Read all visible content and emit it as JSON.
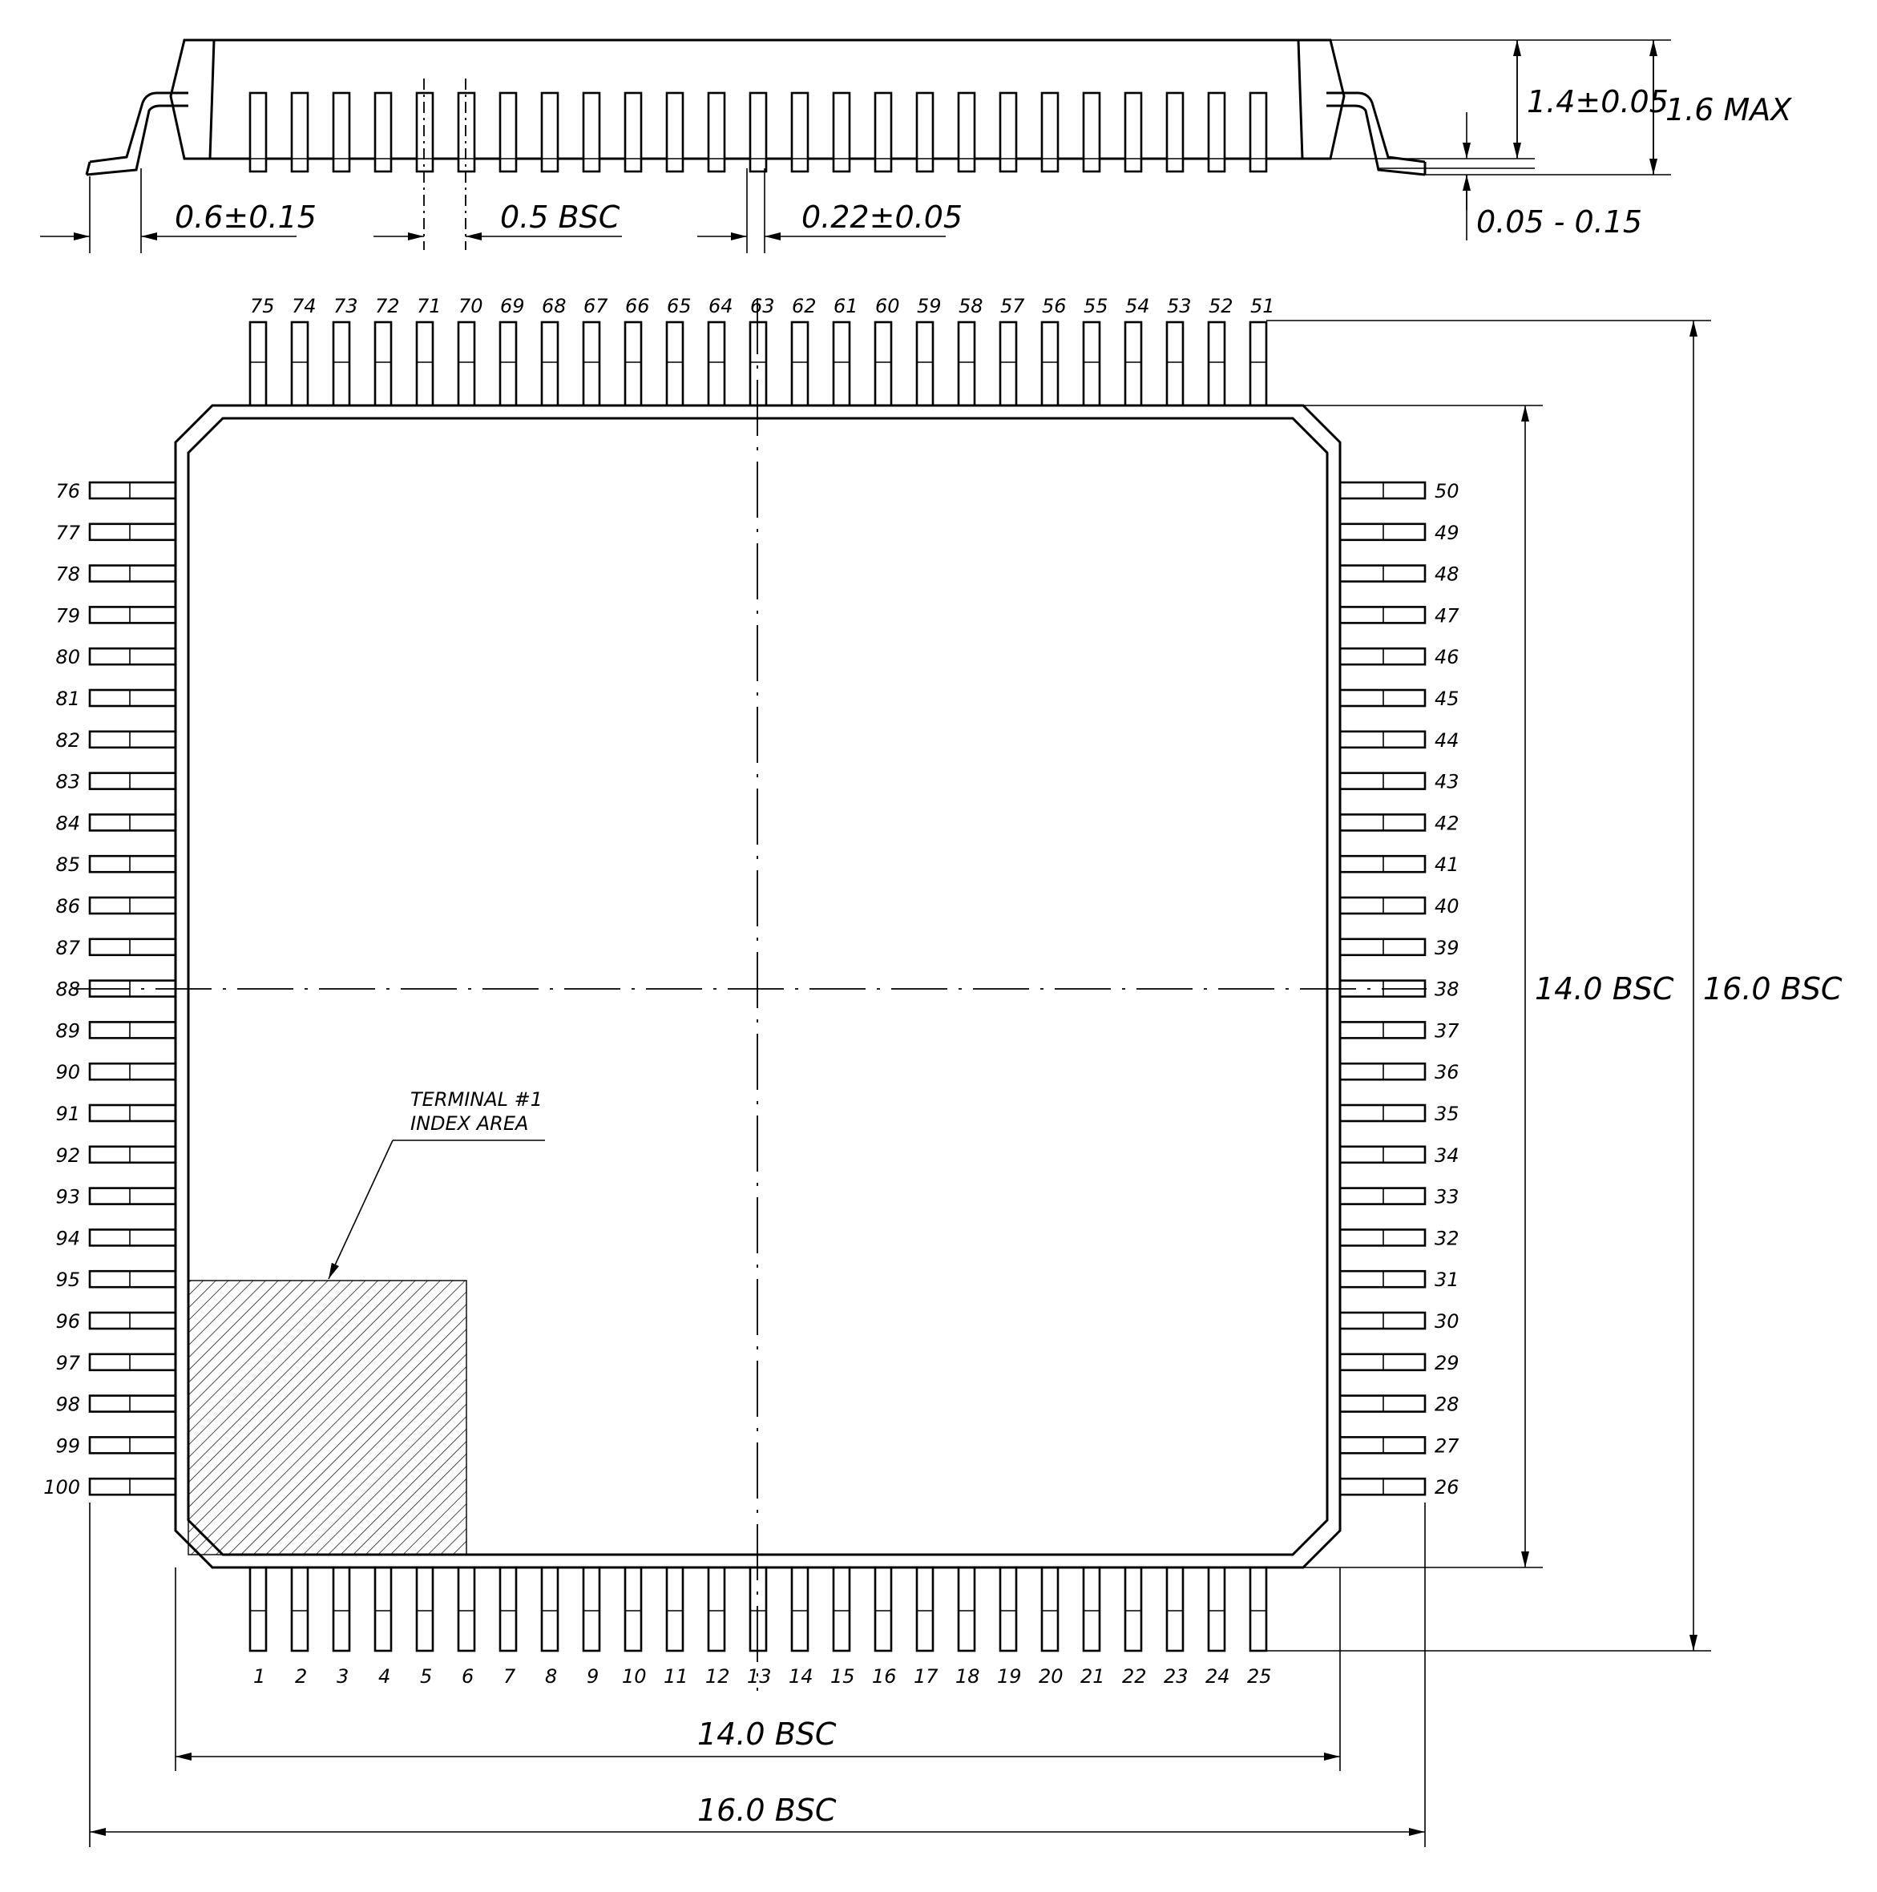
{
  "side_view": {
    "lead_length": "0.6±0.15",
    "pitch": "0.5 BSC",
    "lead_width": "0.22±0.05",
    "body_height": "1.4±0.05",
    "max_height": "1.6 MAX",
    "standoff": "0.05 - 0.15"
  },
  "top_view": {
    "body_width": "14.0 BSC",
    "span_width": "16.0 BSC",
    "body_height": "14.0 BSC",
    "span_height": "16.0 BSC",
    "index_note_line1": "TERMINAL #1",
    "index_note_line2": "INDEX AREA"
  },
  "pins": {
    "bottom": [
      "1",
      "2",
      "3",
      "4",
      "5",
      "6",
      "7",
      "8",
      "9",
      "10",
      "11",
      "12",
      "13",
      "14",
      "15",
      "16",
      "17",
      "18",
      "19",
      "20",
      "21",
      "22",
      "23",
      "24",
      "25"
    ],
    "right": [
      "26",
      "27",
      "28",
      "29",
      "30",
      "31",
      "32",
      "33",
      "34",
      "35",
      "36",
      "37",
      "38",
      "39",
      "40",
      "41",
      "42",
      "43",
      "44",
      "45",
      "46",
      "47",
      "48",
      "49",
      "50"
    ],
    "top": [
      "51",
      "52",
      "53",
      "54",
      "55",
      "56",
      "57",
      "58",
      "59",
      "60",
      "61",
      "62",
      "63",
      "64",
      "65",
      "66",
      "67",
      "68",
      "69",
      "70",
      "71",
      "72",
      "73",
      "74",
      "75"
    ],
    "left": [
      "76",
      "77",
      "78",
      "79",
      "80",
      "81",
      "82",
      "83",
      "84",
      "85",
      "86",
      "87",
      "88",
      "89",
      "90",
      "91",
      "92",
      "93",
      "94",
      "95",
      "96",
      "97",
      "98",
      "99",
      "100"
    ]
  }
}
